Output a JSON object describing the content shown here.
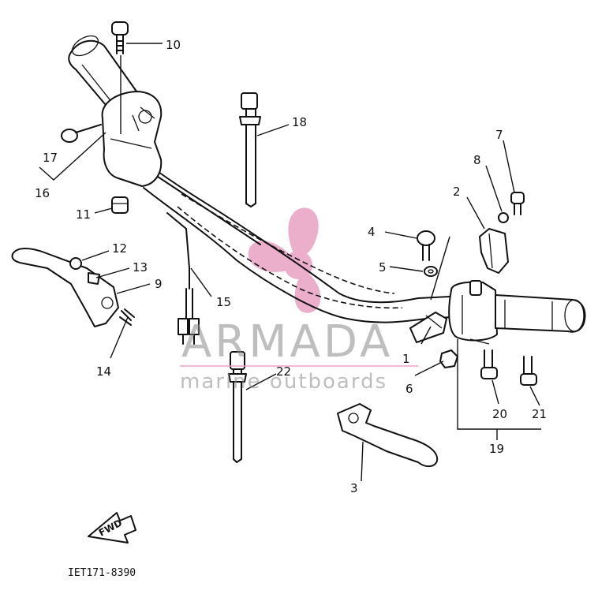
{
  "callouts": [
    {
      "id": "10",
      "text": "10"
    },
    {
      "id": "18",
      "text": "18"
    },
    {
      "id": "7",
      "text": "7"
    },
    {
      "id": "8",
      "text": "8"
    },
    {
      "id": "2",
      "text": "2"
    },
    {
      "id": "17",
      "text": "17"
    },
    {
      "id": "16",
      "text": "16"
    },
    {
      "id": "11",
      "text": "11"
    },
    {
      "id": "4",
      "text": "4"
    },
    {
      "id": "5",
      "text": "5"
    },
    {
      "id": "12",
      "text": "12"
    },
    {
      "id": "13",
      "text": "13"
    },
    {
      "id": "9",
      "text": "9"
    },
    {
      "id": "15",
      "text": "15"
    },
    {
      "id": "14",
      "text": "14"
    },
    {
      "id": "1",
      "text": "1"
    },
    {
      "id": "6",
      "text": "6"
    },
    {
      "id": "22",
      "text": "22"
    },
    {
      "id": "20",
      "text": "20"
    },
    {
      "id": "21",
      "text": "21"
    },
    {
      "id": "19",
      "text": "19"
    },
    {
      "id": "3",
      "text": "3"
    }
  ],
  "fwd_label": "FWD",
  "part_code": "IET171-8390",
  "watermark": {
    "brand": "ARMADA",
    "tagline": "marine outboards",
    "logo_color": "#e79bbf",
    "text_color": "#8a8a8a"
  }
}
